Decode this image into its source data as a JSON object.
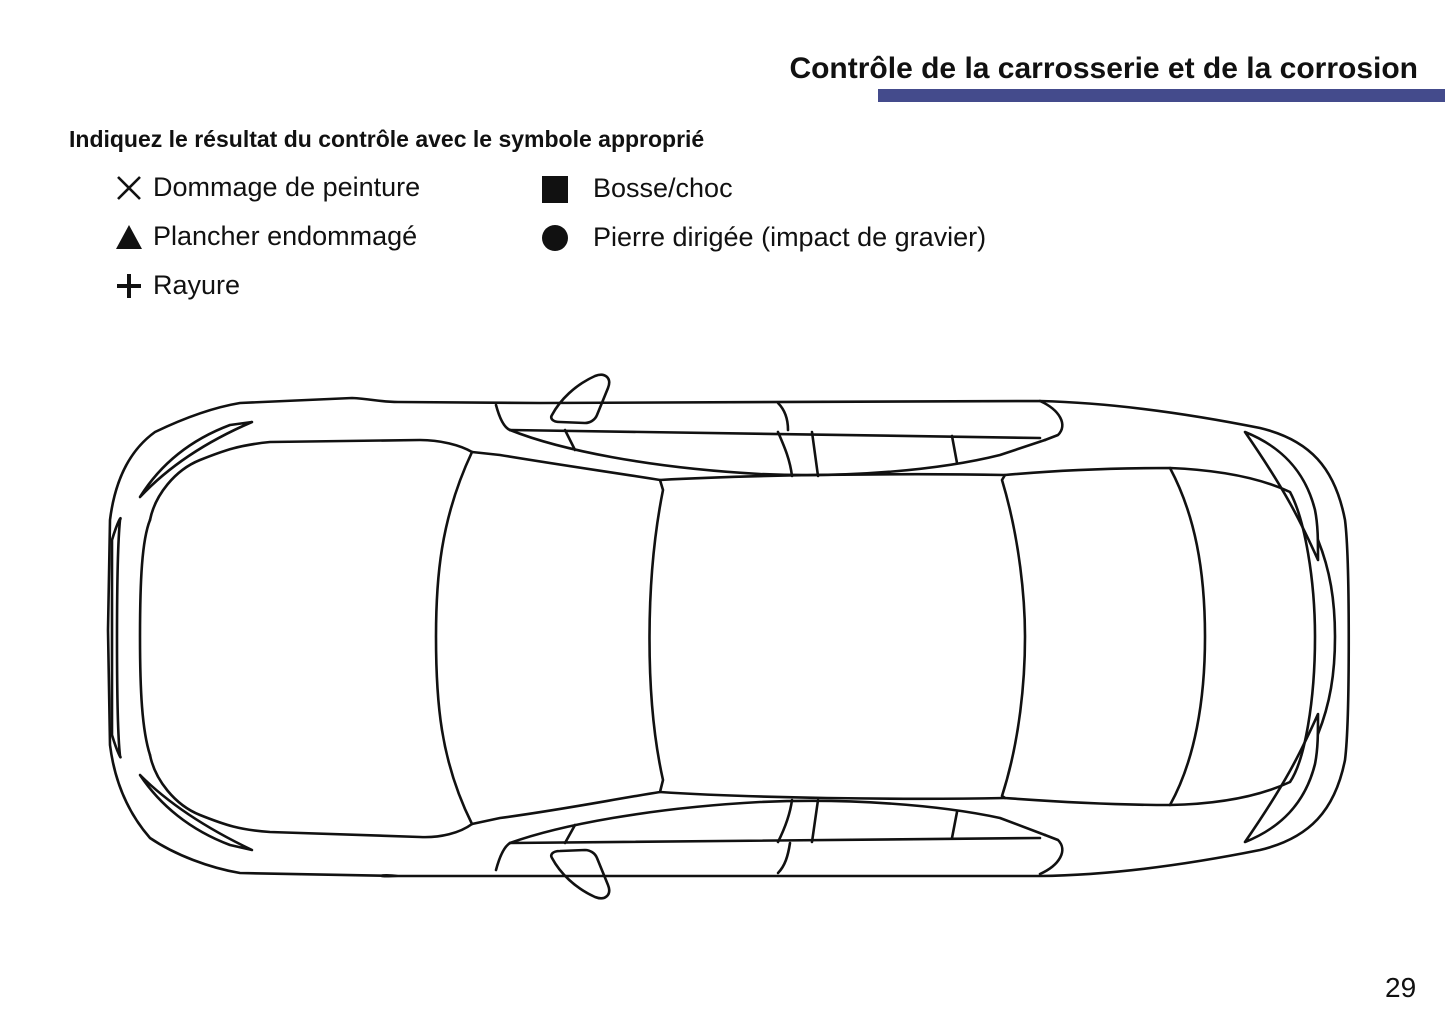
{
  "header": {
    "title": "Contrôle de la carrosserie et de la corrosion",
    "accent_color": "#444b8c"
  },
  "instruction": "Indiquez le résultat du contrôle avec le symbole approprié",
  "legend": {
    "left": [
      {
        "icon": "x-mark-icon",
        "glyph": "✕",
        "label": "Dommage de peinture"
      },
      {
        "icon": "triangle-icon",
        "glyph": "▲",
        "label": "Plancher endommagé"
      },
      {
        "icon": "plus-icon",
        "glyph": "+",
        "label": "Rayure"
      }
    ],
    "right": [
      {
        "icon": "square-icon",
        "glyph": "■",
        "label": "Bosse/choc"
      },
      {
        "icon": "circle-icon",
        "glyph": "●",
        "label": "Pierre dirigée (impact de gravier)"
      }
    ]
  },
  "diagram": {
    "name": "car-top-view-outline",
    "stroke_color": "#111111"
  },
  "footer": {
    "page_number": "29"
  }
}
